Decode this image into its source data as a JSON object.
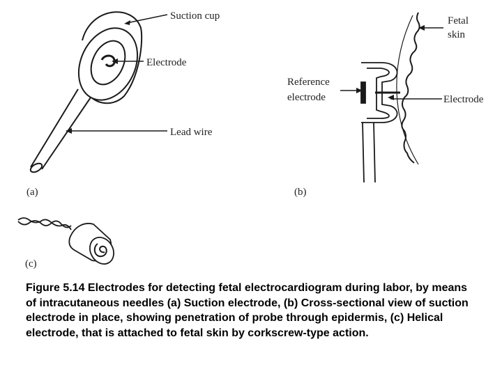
{
  "labels": {
    "suction_cup": "Suction cup",
    "electrode_a": "Electrode",
    "lead_wire": "Lead wire",
    "fetal": "Fetal",
    "skin": "skin",
    "reference": "Reference",
    "electrode_ref": "electrode",
    "electrode_b": "Electrode"
  },
  "panels": {
    "a": "(a)",
    "b": "(b)",
    "c": "(c)"
  },
  "caption": "Figure 5.14 Electrodes for detecting fetal electrocardiogram during labor, by means of intracutaneous needles (a) Suction electrode, (b) Cross-sectional view of suction electrode in place, showing penetration of probe through epidermis, (c) Helical electrode, that is attached to fetal skin by corkscrew-type action."
}
